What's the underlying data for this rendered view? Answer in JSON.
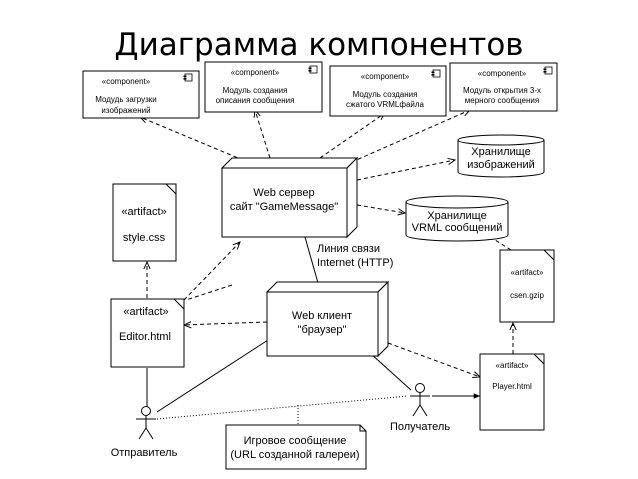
{
  "title": "Диаграмма компонентов",
  "components": {
    "upload": {
      "stereotype": "«component»",
      "line1": "Модудь загрузки",
      "line2": "изображений"
    },
    "create_msg": {
      "stereotype": "«component»",
      "line1": "Модуль создания",
      "line2": "описания сообщения"
    },
    "vrml": {
      "stereotype": "«component»",
      "line1": "Модуль создания",
      "line2": "сжатого VRMLфайла"
    },
    "open3d": {
      "stereotype": "«component»",
      "line1": "Модуль открытия 3-х",
      "line2": "мерного сообщения"
    }
  },
  "stores": {
    "images": {
      "line1": "Хранилище",
      "line2": "изображений"
    },
    "vrml": {
      "line1": "Хранилище",
      "line2": "VRML сообщений"
    }
  },
  "nodes": {
    "server": {
      "line1": "Web сервер",
      "line2": "сайт \"GameMessage\""
    },
    "client": {
      "line1": "Web клиент",
      "line2": "\"браузер\""
    }
  },
  "artifacts": {
    "style": {
      "stereotype": "«artifact»",
      "name": "style.css"
    },
    "editor": {
      "stereotype": "«artifact»",
      "name": "Editor.html"
    },
    "csen": {
      "stereotype": "«artifact»",
      "name": "csen.gzip"
    },
    "player": {
      "stereotype": "«artifact»",
      "name": "Player.html"
    }
  },
  "link": {
    "line1": "Линия связи",
    "line2": "Internet (HTTP)"
  },
  "actors": {
    "sender": "Отправитель",
    "receiver": "Получатель"
  },
  "note": {
    "line1": "Игровое сообщение",
    "line2": "(URL созданной галереи)"
  }
}
